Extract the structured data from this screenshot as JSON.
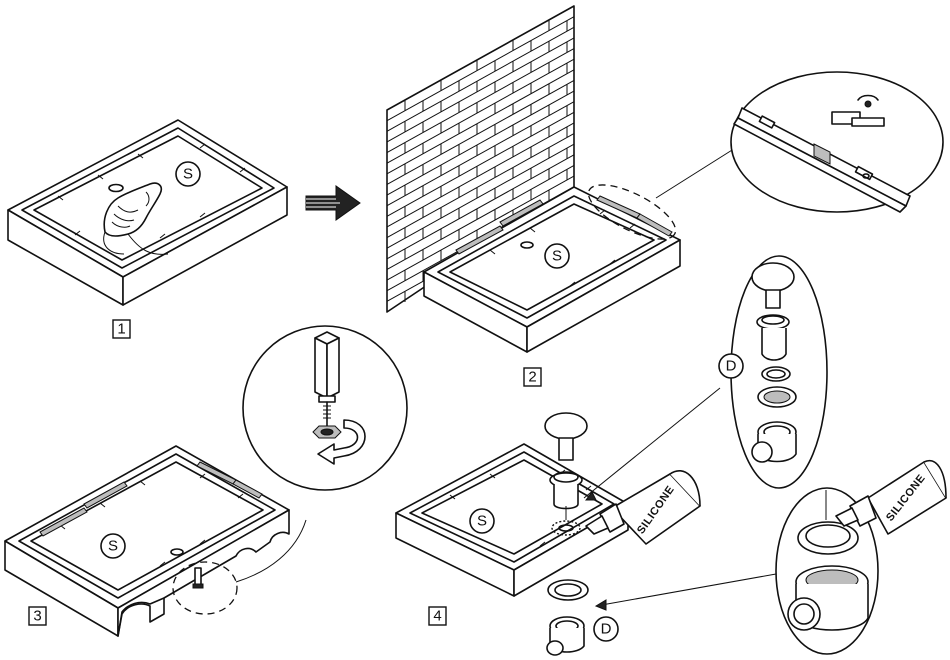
{
  "steps": [
    {
      "number": "1"
    },
    {
      "number": "2"
    },
    {
      "number": "3"
    },
    {
      "number": "4"
    }
  ],
  "markers": {
    "silicone_symbol": "S",
    "drain_symbol": "D"
  },
  "bottle_label": "SILICONE",
  "icons": [
    "arrow-right-icon",
    "brick-wall",
    "hand-icon",
    "rotation-arrow-icon",
    "spirit-level-icon"
  ]
}
